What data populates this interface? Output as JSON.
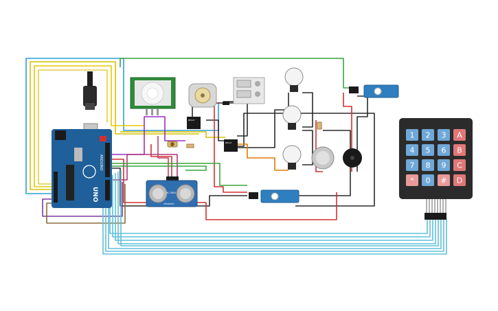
{
  "circuit": {
    "arduino": {
      "logo_text": "UNO",
      "brand_text": "ARDUINO"
    },
    "ultrasonic": {
      "line1": "HC-SR04",
      "line2": "ultrasonic"
    },
    "relay": {
      "text": "RELAY"
    },
    "keypad": {
      "keys": [
        "1",
        "2",
        "3",
        "A",
        "4",
        "5",
        "6",
        "B",
        "7",
        "8",
        "9",
        "C",
        "*",
        "0",
        "#",
        "D"
      ]
    }
  },
  "colors": {
    "arduino": "#1f5f9a",
    "pir_board": "#2e8b3a",
    "servo": "#2f7fc0",
    "keypad_body": "#2b2b2b",
    "keypad_key_blue": "#6fa8d8",
    "keypad_key_red": "#e07878",
    "keypad_key_pink": "#e89a9a"
  }
}
